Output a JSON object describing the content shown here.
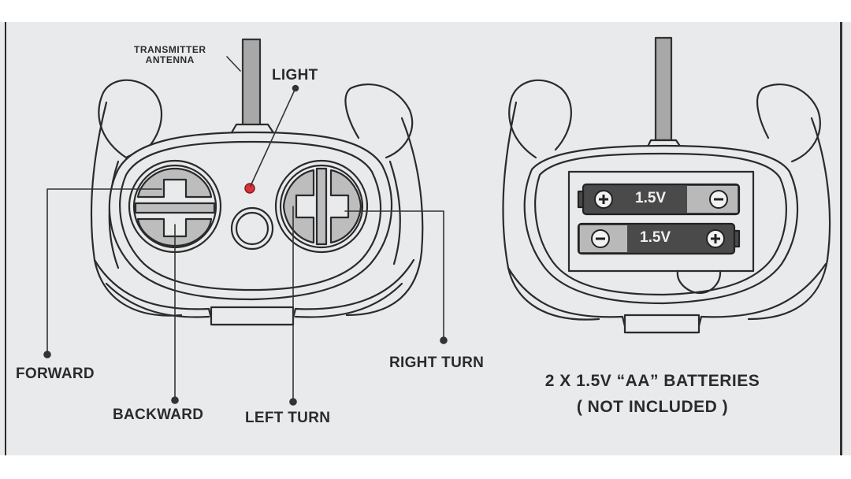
{
  "labels": {
    "antenna": "TRANSMITTER\nANTENNA",
    "light": "LIGHT",
    "forward": "FORWARD",
    "backward": "BACKWARD",
    "left_turn": "LEFT TURN",
    "right_turn": "RIGHT TURN"
  },
  "batteries": {
    "top_voltage": "1.5V",
    "bottom_voltage": "1.5V",
    "caption_line1": "2 X 1.5V “AA” BATTERIES",
    "caption_line2": "( NOT INCLUDED )"
  },
  "colors": {
    "paper": "#e9eaec",
    "line": "#2b2b2b",
    "button_fill": "#bdbdbd",
    "light_led": "#d9323a",
    "battery_dark": "#4a4a4a",
    "battery_light": "#b9b9b9"
  }
}
